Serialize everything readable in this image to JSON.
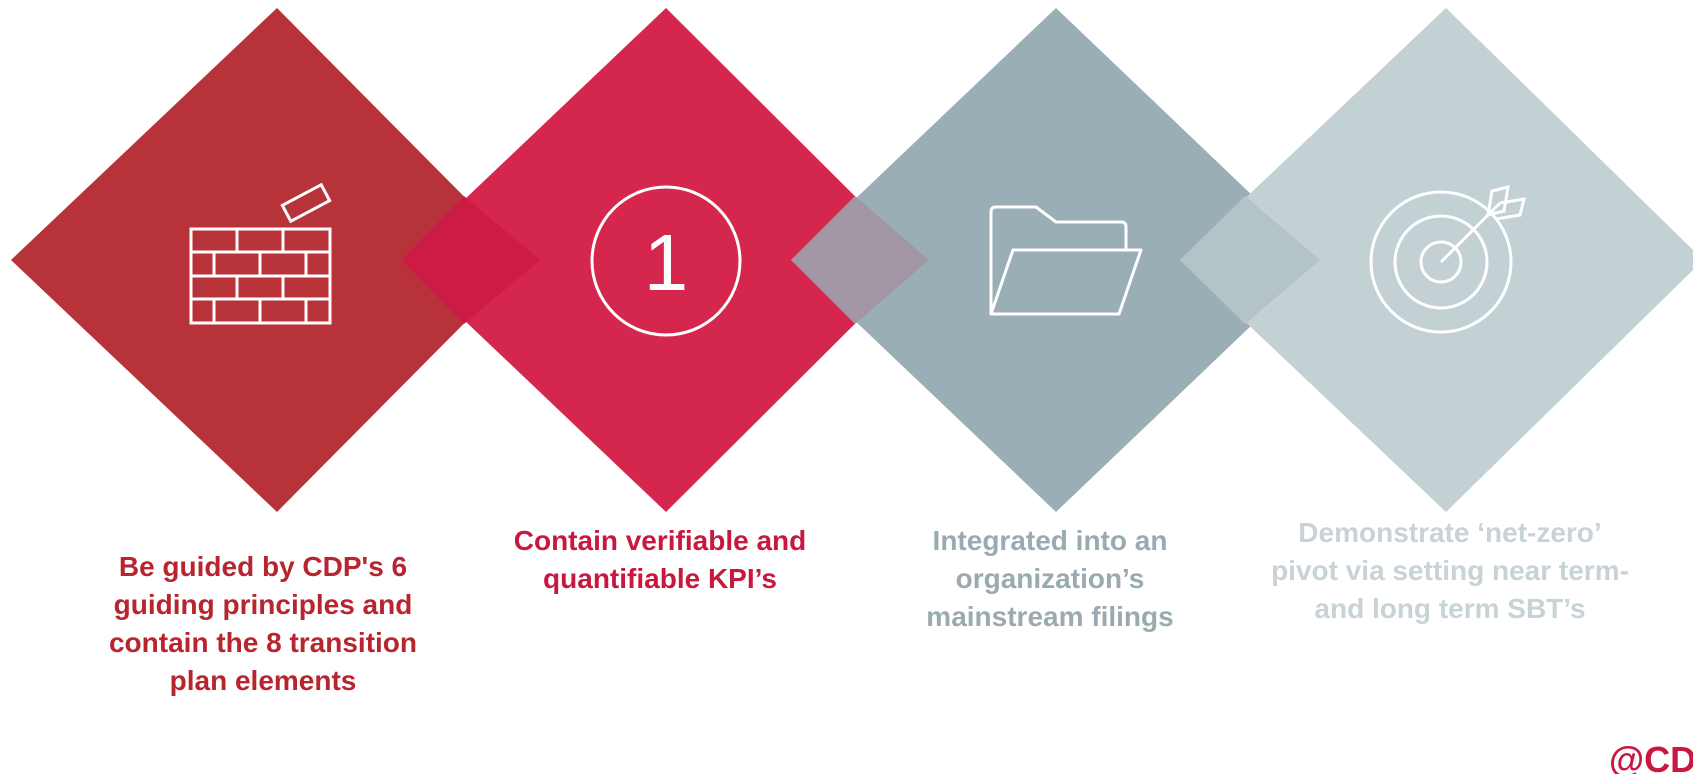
{
  "steps": [
    {
      "icon": "brick-wall-icon",
      "color": "#B8323A",
      "caption": "Be guided by CDP's 6 guiding principles and contain the 8 transition plan elements",
      "caption_color": "#B8252F"
    },
    {
      "icon": "number-one-icon",
      "color": "#D5264E",
      "caption": "Contain verifiable and quantifiable KPI’s",
      "caption_color": "#C8183F"
    },
    {
      "icon": "folder-icon",
      "color": "#9AAEB5",
      "caption": "Integrated into an organization’s mainstream filings",
      "caption_color": "#9AAAB1"
    },
    {
      "icon": "target-icon",
      "color": "#C3D1D5",
      "caption": "Demonstrate ‘net-zero’ pivot via setting near term- and long term SBT’s",
      "caption_color": "#C7D3D7"
    }
  ],
  "step_number": "1",
  "handle": {
    "text": "@CDP",
    "color": "#C8183F"
  }
}
